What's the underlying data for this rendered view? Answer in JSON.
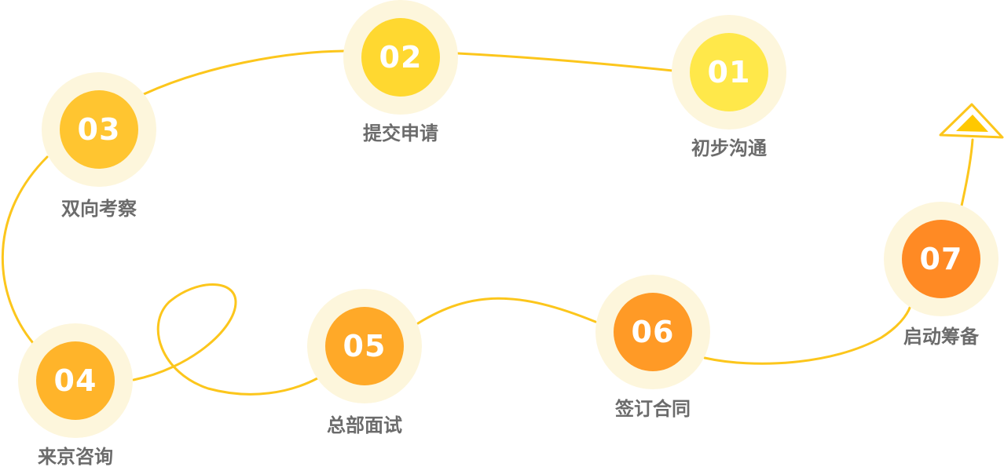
{
  "colors": {
    "path": "#fcc61c",
    "halo": "#fdf6dc",
    "label": "#6b6b6b",
    "arrow_fill": "#ffc800",
    "arrow_stroke": "#fcc61c"
  },
  "steps": [
    {
      "number": "01",
      "label": "初步沟通"
    },
    {
      "number": "02",
      "label": "提交申请"
    },
    {
      "number": "03",
      "label": "双向考察"
    },
    {
      "number": "04",
      "label": "来京咨询"
    },
    {
      "number": "05",
      "label": "总部面试"
    },
    {
      "number": "06",
      "label": "签订合同"
    },
    {
      "number": "07",
      "label": "启动筹备"
    }
  ],
  "end_marker": {
    "icon": "triangle-arrow-icon"
  }
}
